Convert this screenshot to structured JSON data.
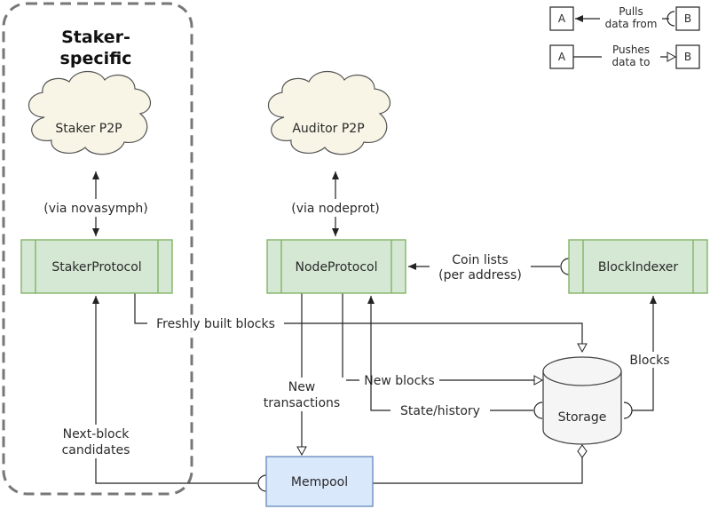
{
  "legend": {
    "a": "A",
    "b": "B",
    "pulls_line1": "Pulls",
    "pulls_line2": "data from",
    "pushes_line1": "Pushes",
    "pushes_line2": "data to"
  },
  "group": {
    "title_line1": "Staker-",
    "title_line2": "specific"
  },
  "clouds": {
    "staker_p2p": "Staker P2P",
    "auditor_p2p": "Auditor P2P"
  },
  "components": {
    "staker_protocol": "StakerProtocol",
    "node_protocol": "NodeProtocol",
    "block_indexer": "BlockIndexer",
    "storage": "Storage",
    "mempool": "Mempool"
  },
  "edges": {
    "via_novasymph": "(via novasymph)",
    "via_nodeprot": "(via nodeprot)",
    "coin_lists_line1": "Coin lists",
    "coin_lists_line2": "(per address)",
    "freshly_built_blocks": "Freshly built blocks",
    "new_blocks": "New blocks",
    "state_history": "State/history",
    "new_transactions_line1": "New",
    "new_transactions_line2": "transactions",
    "next_block_line1": "Next-block",
    "next_block_line2": "candidates",
    "blocks": "Blocks"
  },
  "colors": {
    "protocol_fill": "#d5e8d4",
    "protocol_stroke": "#82b366",
    "mempool_fill": "#dae8fc",
    "mempool_stroke": "#6c8ebf",
    "cloud_fill": "#f8f5e6",
    "storage_fill": "#f5f5f5",
    "group_stroke": "#777777"
  }
}
